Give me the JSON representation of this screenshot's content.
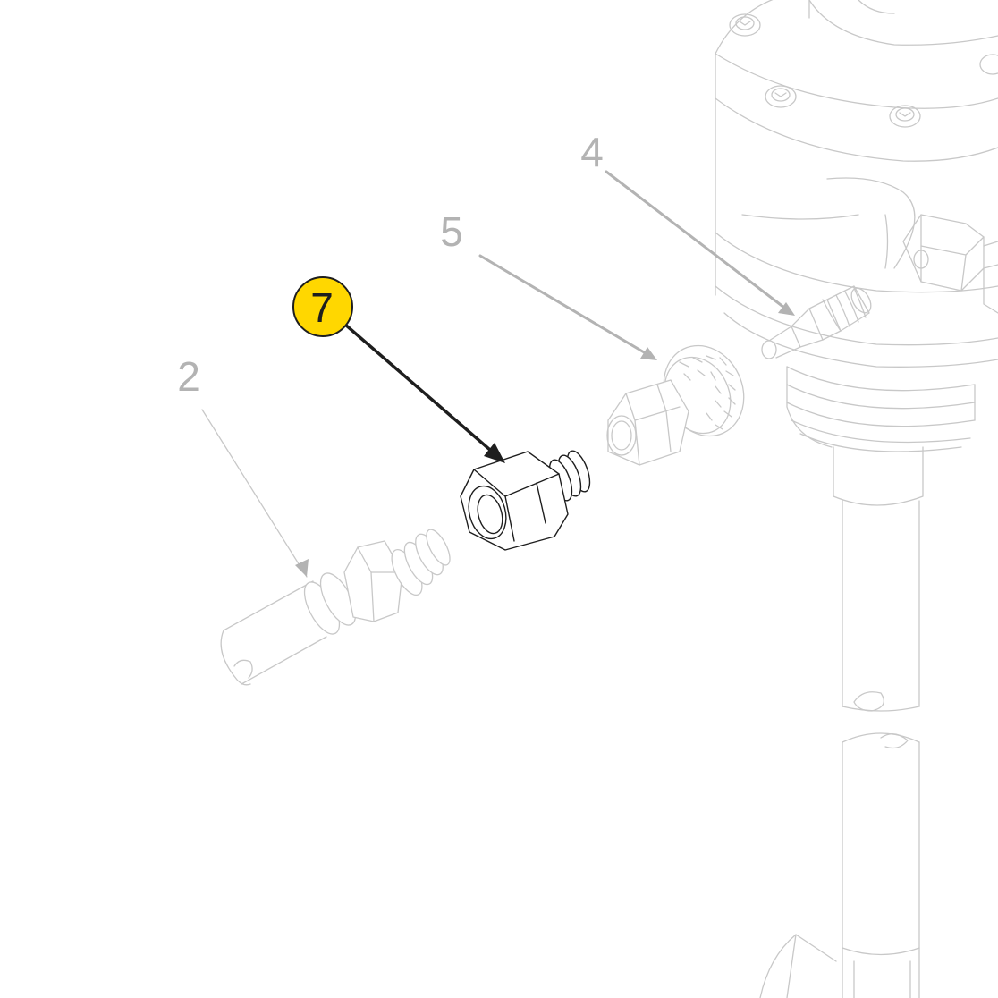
{
  "callouts": {
    "highlighted": {
      "label": "7",
      "fill_color": "#FFD700",
      "stroke_color": "#1e1e1e",
      "leader_color": "#1e1e1e"
    },
    "c2": {
      "label": "2",
      "color": "#b3b3b3"
    },
    "c4": {
      "label": "4",
      "color": "#b3b3b3"
    },
    "c5": {
      "label": "5",
      "color": "#b3b3b3"
    }
  },
  "colors": {
    "context_outline": "#c8c8c8",
    "highlight_outline": "#1e1e1e",
    "background": "#ffffff"
  }
}
